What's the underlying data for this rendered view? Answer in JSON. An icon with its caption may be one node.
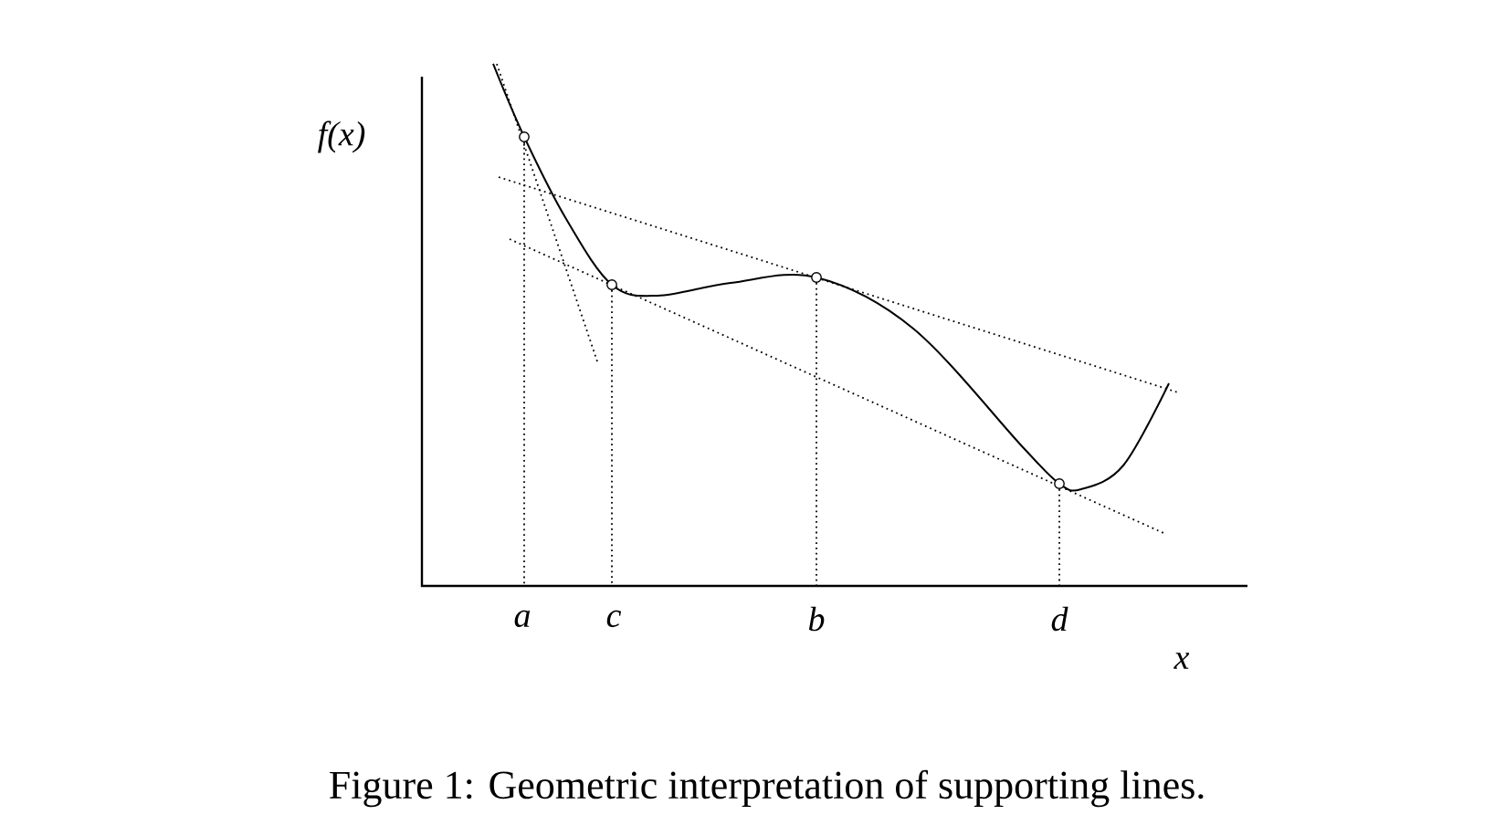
{
  "diagram": {
    "caption": "Figure 1: Geometric interpretation of supporting lines.",
    "labels": [
      "f(x)",
      "a",
      "c",
      "b",
      "d",
      "x"
    ]
  }
}
